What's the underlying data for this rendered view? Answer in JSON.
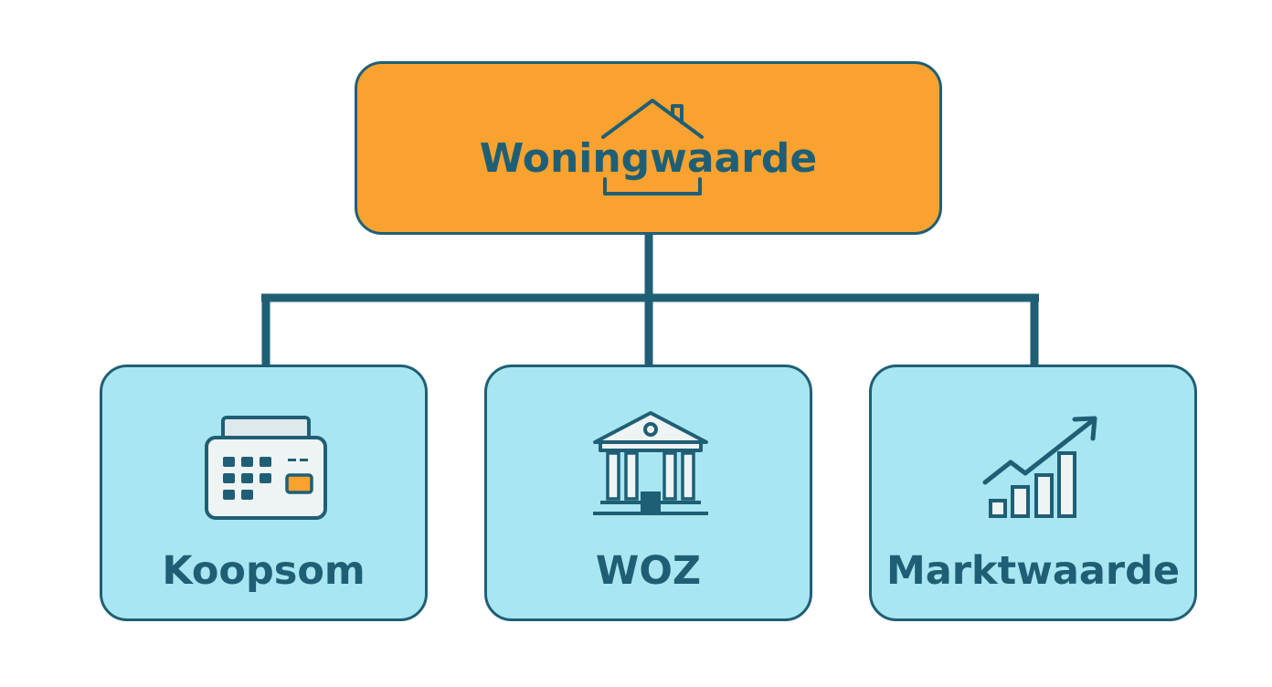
{
  "colors": {
    "root_fill": "#f9a22f",
    "child_fill": "#a9e6f1",
    "stroke": "#1f5f75",
    "accent": "#f9a22f",
    "background": "#ffffff"
  },
  "root": {
    "title": "Woningwaarde",
    "icon": "house-icon"
  },
  "children": [
    {
      "label": "Koopsom",
      "icon": "cash-register-icon"
    },
    {
      "label": "WOZ",
      "icon": "government-building-icon"
    },
    {
      "label": "Marktwaarde",
      "icon": "growth-chart-icon"
    }
  ]
}
